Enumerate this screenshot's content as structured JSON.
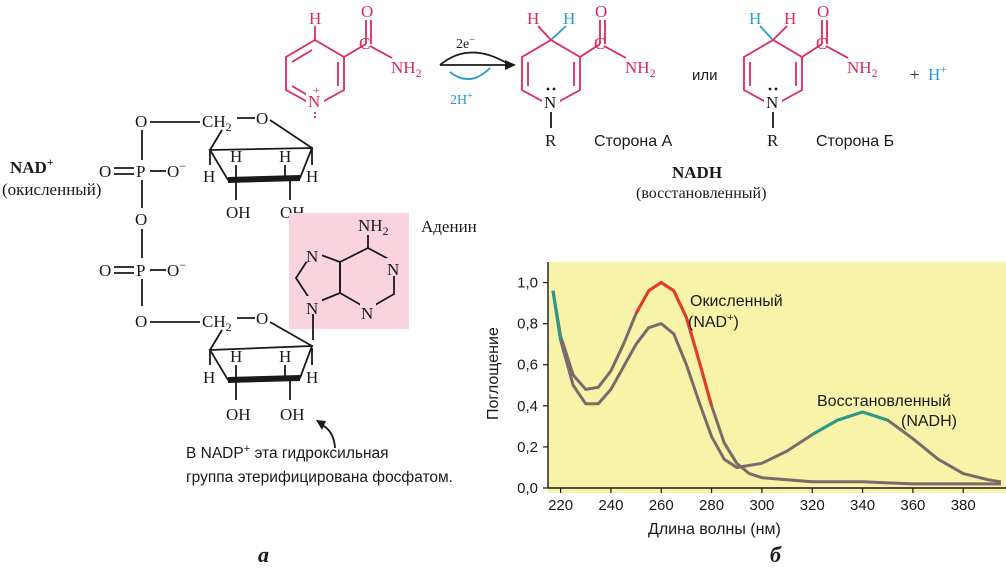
{
  "panel_a": {
    "label": "а",
    "nad_title": "NAD",
    "nad_sup": "+",
    "nad_subtitle": "(окисленный)",
    "adenine_label": "Аденин",
    "note_line1_a": "В NADP",
    "note_sup": "+",
    "note_line1_b": " эта гидроксильная",
    "note_line2": "группа этерифицирована фосфатом.",
    "atoms": {
      "O": "O",
      "CH2": "CH",
      "CH2_sub": "2",
      "P": "P",
      "Ominus": "O",
      "minus": "−",
      "H": "H",
      "OH": "OH",
      "N": "N",
      "Nplus": "N",
      "plus": "+",
      "C": "C",
      "NH2": "NH",
      "NH2_sub": "2",
      "R": "R",
      "Hplus": "H",
      "Hplus_sup": "+"
    },
    "arrow_top": "2e",
    "arrow_top_sup": "−",
    "arrow_bottom": "2H",
    "arrow_bottom_sup": "+",
    "or_word": "или",
    "side_a": "Сторона А",
    "side_b": "Сторона Б",
    "nadh_title": "NADH",
    "nadh_subtitle": "(восстановленный)",
    "plus_sign": "+"
  },
  "panel_b": {
    "label": "б",
    "colors": {
      "background": "#f7f3a8",
      "curve": "#7a6a6a",
      "oxidized_peak": "#e63a2a",
      "reduced_peak": "#2a9a8a"
    }
  },
  "chart_data": {
    "type": "line",
    "xlabel": "Длина волны (нм)",
    "ylabel": "Поглощение",
    "xlim": [
      215,
      397
    ],
    "ylim": [
      0,
      1.1
    ],
    "x_ticks": [
      220,
      240,
      260,
      280,
      300,
      320,
      340,
      360,
      380
    ],
    "y_ticks": [
      "0,0",
      "0,2",
      "0,4",
      "0,6",
      "0,8",
      "1,0"
    ],
    "grid": false,
    "series": [
      {
        "name": "Окисленный (NAD+)",
        "x": [
          217,
          220,
          225,
          230,
          235,
          240,
          245,
          250,
          255,
          260,
          265,
          270,
          275,
          280,
          285,
          290,
          295,
          300,
          310,
          320,
          340,
          360,
          380,
          395
        ],
        "y": [
          0.96,
          0.74,
          0.55,
          0.48,
          0.49,
          0.57,
          0.7,
          0.85,
          0.96,
          1.0,
          0.96,
          0.83,
          0.62,
          0.4,
          0.22,
          0.12,
          0.07,
          0.05,
          0.04,
          0.03,
          0.03,
          0.02,
          0.02,
          0.02
        ]
      },
      {
        "name": "Восстановленный (NADH)",
        "x": [
          217,
          220,
          225,
          230,
          235,
          240,
          245,
          250,
          255,
          260,
          265,
          270,
          275,
          280,
          285,
          290,
          300,
          310,
          320,
          330,
          340,
          350,
          360,
          370,
          380,
          390,
          395
        ],
        "y": [
          0.96,
          0.72,
          0.5,
          0.41,
          0.41,
          0.48,
          0.59,
          0.7,
          0.78,
          0.8,
          0.75,
          0.6,
          0.42,
          0.25,
          0.14,
          0.1,
          0.12,
          0.18,
          0.26,
          0.33,
          0.37,
          0.33,
          0.24,
          0.14,
          0.07,
          0.04,
          0.03
        ]
      }
    ],
    "annotations": {
      "oxidized_label_1": "Окисленный",
      "oxidized_label_2": "(NAD",
      "oxidized_label_sup": "+",
      "oxidized_label_end": ")",
      "reduced_label_1": "Восстановленный",
      "reduced_label_2": "(NADH)"
    }
  }
}
